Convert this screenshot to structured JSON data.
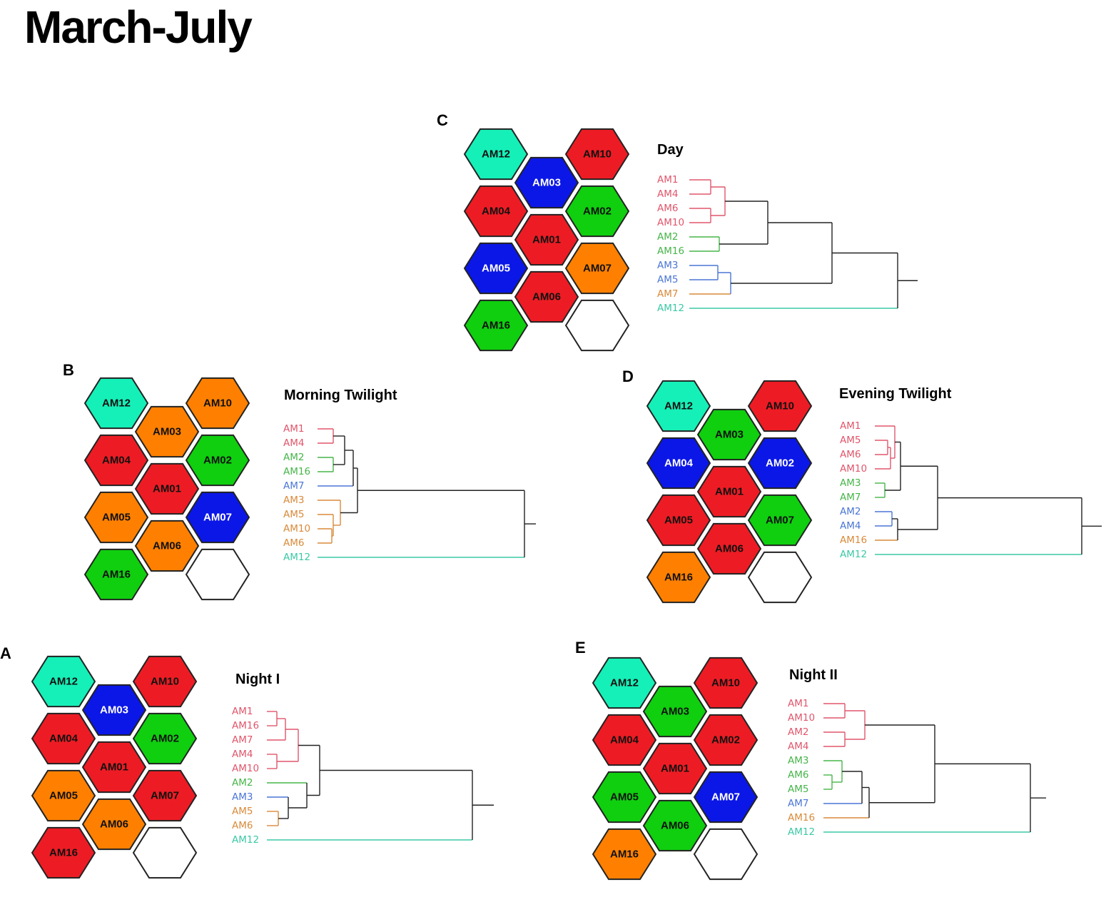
{
  "title": "March-July",
  "colors": {
    "red": "#ed1c24",
    "green": "#0fcf0f",
    "blue": "#0b17e6",
    "orange": "#ff8000",
    "teal": "#15f0b8",
    "empty": "#ffffff",
    "tree_red": "#e0566b",
    "tree_green": "#46b549",
    "tree_blue": "#4a76d6",
    "tree_orange": "#d98a3a",
    "tree_teal": "#3cc8a6",
    "tree_black": "#222222"
  },
  "panels": [
    {
      "id": "C",
      "letter": "C",
      "title": "Day",
      "hexes": [
        {
          "label": "AM12",
          "color": "teal"
        },
        {
          "label": "AM03",
          "color": "blue"
        },
        {
          "label": "AM10",
          "color": "red"
        },
        {
          "label": "AM04",
          "color": "red"
        },
        {
          "label": "AM01",
          "color": "red"
        },
        {
          "label": "AM02",
          "color": "green"
        },
        {
          "label": "AM05",
          "color": "blue"
        },
        {
          "label": "AM06",
          "color": "red"
        },
        {
          "label": "AM07",
          "color": "orange"
        },
        {
          "label": "AM16",
          "color": "green"
        },
        {
          "label": "",
          "color": "empty"
        }
      ],
      "dendrogram": {
        "leaves": [
          {
            "label": "AM1",
            "color": "tree_red"
          },
          {
            "label": "AM4",
            "color": "tree_red"
          },
          {
            "label": "AM6",
            "color": "tree_red"
          },
          {
            "label": "AM10",
            "color": "tree_red"
          },
          {
            "label": "AM2",
            "color": "tree_green"
          },
          {
            "label": "AM16",
            "color": "tree_green"
          },
          {
            "label": "AM3",
            "color": "tree_blue"
          },
          {
            "label": "AM5",
            "color": "tree_blue"
          },
          {
            "label": "AM7",
            "color": "tree_orange"
          },
          {
            "label": "AM12",
            "color": "tree_teal"
          }
        ]
      }
    },
    {
      "id": "B",
      "letter": "B",
      "title": "Morning Twilight",
      "hexes": [
        {
          "label": "AM12",
          "color": "teal"
        },
        {
          "label": "AM03",
          "color": "orange"
        },
        {
          "label": "AM10",
          "color": "orange"
        },
        {
          "label": "AM04",
          "color": "red"
        },
        {
          "label": "AM01",
          "color": "red"
        },
        {
          "label": "AM02",
          "color": "green"
        },
        {
          "label": "AM05",
          "color": "orange"
        },
        {
          "label": "AM06",
          "color": "orange"
        },
        {
          "label": "AM07",
          "color": "blue"
        },
        {
          "label": "AM16",
          "color": "green"
        },
        {
          "label": "",
          "color": "empty"
        }
      ],
      "dendrogram": {
        "leaves": [
          {
            "label": "AM1",
            "color": "tree_red"
          },
          {
            "label": "AM4",
            "color": "tree_red"
          },
          {
            "label": "AM2",
            "color": "tree_green"
          },
          {
            "label": "AM16",
            "color": "tree_green"
          },
          {
            "label": "AM7",
            "color": "tree_blue"
          },
          {
            "label": "AM3",
            "color": "tree_orange"
          },
          {
            "label": "AM5",
            "color": "tree_orange"
          },
          {
            "label": "AM10",
            "color": "tree_orange"
          },
          {
            "label": "AM6",
            "color": "tree_orange"
          },
          {
            "label": "AM12",
            "color": "tree_teal"
          }
        ]
      }
    },
    {
      "id": "D",
      "letter": "D",
      "title": "Evening Twilight",
      "hexes": [
        {
          "label": "AM12",
          "color": "teal"
        },
        {
          "label": "AM03",
          "color": "green"
        },
        {
          "label": "AM10",
          "color": "red"
        },
        {
          "label": "AM04",
          "color": "blue"
        },
        {
          "label": "AM01",
          "color": "red"
        },
        {
          "label": "AM02",
          "color": "blue"
        },
        {
          "label": "AM05",
          "color": "red"
        },
        {
          "label": "AM06",
          "color": "red"
        },
        {
          "label": "AM07",
          "color": "green"
        },
        {
          "label": "AM16",
          "color": "orange"
        },
        {
          "label": "",
          "color": "empty"
        }
      ],
      "dendrogram": {
        "leaves": [
          {
            "label": "AM1",
            "color": "tree_red"
          },
          {
            "label": "AM5",
            "color": "tree_red"
          },
          {
            "label": "AM6",
            "color": "tree_red"
          },
          {
            "label": "AM10",
            "color": "tree_red"
          },
          {
            "label": "AM3",
            "color": "tree_green"
          },
          {
            "label": "AM7",
            "color": "tree_green"
          },
          {
            "label": "AM2",
            "color": "tree_blue"
          },
          {
            "label": "AM4",
            "color": "tree_blue"
          },
          {
            "label": "AM16",
            "color": "tree_orange"
          },
          {
            "label": "AM12",
            "color": "tree_teal"
          }
        ]
      }
    },
    {
      "id": "A",
      "letter": "A",
      "title": "Night I",
      "hexes": [
        {
          "label": "AM12",
          "color": "teal"
        },
        {
          "label": "AM03",
          "color": "blue"
        },
        {
          "label": "AM10",
          "color": "red"
        },
        {
          "label": "AM04",
          "color": "red"
        },
        {
          "label": "AM01",
          "color": "red"
        },
        {
          "label": "AM02",
          "color": "green"
        },
        {
          "label": "AM05",
          "color": "orange"
        },
        {
          "label": "AM06",
          "color": "orange"
        },
        {
          "label": "AM07",
          "color": "red"
        },
        {
          "label": "AM16",
          "color": "red"
        },
        {
          "label": "",
          "color": "empty"
        }
      ],
      "dendrogram": {
        "leaves": [
          {
            "label": "AM1",
            "color": "tree_red"
          },
          {
            "label": "AM16",
            "color": "tree_red"
          },
          {
            "label": "AM7",
            "color": "tree_red"
          },
          {
            "label": "AM4",
            "color": "tree_red"
          },
          {
            "label": "AM10",
            "color": "tree_red"
          },
          {
            "label": "AM2",
            "color": "tree_green"
          },
          {
            "label": "AM3",
            "color": "tree_blue"
          },
          {
            "label": "AM5",
            "color": "tree_orange"
          },
          {
            "label": "AM6",
            "color": "tree_orange"
          },
          {
            "label": "AM12",
            "color": "tree_teal"
          }
        ]
      }
    },
    {
      "id": "E",
      "letter": "E",
      "title": "Night II",
      "hexes": [
        {
          "label": "AM12",
          "color": "teal"
        },
        {
          "label": "AM03",
          "color": "green"
        },
        {
          "label": "AM10",
          "color": "red"
        },
        {
          "label": "AM04",
          "color": "red"
        },
        {
          "label": "AM01",
          "color": "red"
        },
        {
          "label": "AM02",
          "color": "red"
        },
        {
          "label": "AM05",
          "color": "green"
        },
        {
          "label": "AM06",
          "color": "green"
        },
        {
          "label": "AM07",
          "color": "blue"
        },
        {
          "label": "AM16",
          "color": "orange"
        },
        {
          "label": "",
          "color": "empty"
        }
      ],
      "dendrogram": {
        "leaves": [
          {
            "label": "AM1",
            "color": "tree_red"
          },
          {
            "label": "AM10",
            "color": "tree_red"
          },
          {
            "label": "AM2",
            "color": "tree_red"
          },
          {
            "label": "AM4",
            "color": "tree_red"
          },
          {
            "label": "AM3",
            "color": "tree_green"
          },
          {
            "label": "AM6",
            "color": "tree_green"
          },
          {
            "label": "AM5",
            "color": "tree_green"
          },
          {
            "label": "AM7",
            "color": "tree_blue"
          },
          {
            "label": "AM16",
            "color": "tree_orange"
          },
          {
            "label": "AM12",
            "color": "tree_teal"
          }
        ]
      }
    }
  ]
}
